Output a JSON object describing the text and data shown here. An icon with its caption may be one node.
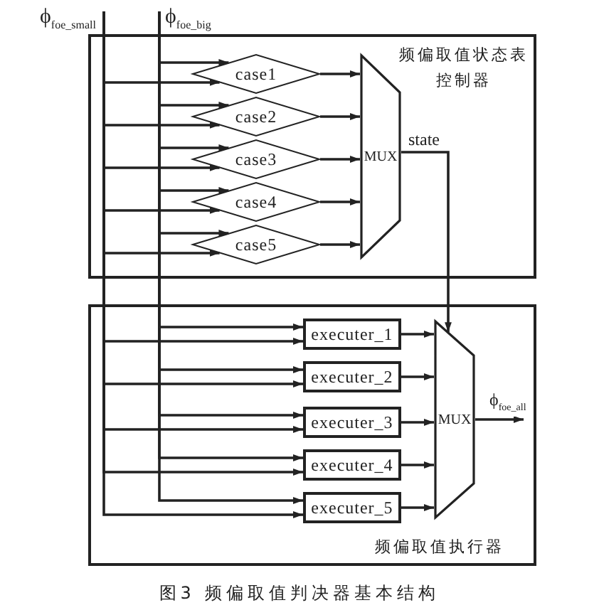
{
  "diagram": {
    "caption": "图3 频偏取值判决器基本结构",
    "nodes": [
      {
        "text": [
          "ϕ$_{foe_small}$"
        ]
      },
      {
        "text": [
          "ϕ$_{foe_big}$"
        ]
      },
      {
        "text": [
          "频偏取值状态表控制器"
        ]
      },
      {
        "text": [
          "case1"
        ],
        "in": 2
      },
      {
        "text": [
          "case2"
        ],
        "in": 2
      },
      {
        "text": [
          "case3"
        ],
        "in": 2
      },
      {
        "text": [
          "case4"
        ],
        "in": 2
      },
      {
        "text": [
          "case5"
        ],
        "in": 2
      },
      {
        "text": [
          "MUX"
        ],
        "in": 2
      },
      {
        "text": [
          "频偏取值执行器"
        ]
      },
      {
        "text": [
          "executer_1"
        ],
        "in": 9
      },
      {
        "text": [
          "executer_2"
        ],
        "in": 9
      },
      {
        "text": [
          "executer_3"
        ],
        "in": 9
      },
      {
        "text": [
          "executer_4"
        ],
        "in": 9
      },
      {
        "text": [
          "executer_5"
        ],
        "in": 9
      },
      {
        "text": [
          "MUX"
        ],
        "in": 9
      }
    ],
    "edges": [
      {
        "from": 1,
        "to": 3,
        "arrow": "to"
      },
      {
        "from": 0,
        "to": 3,
        "arrow": "to"
      },
      {
        "from": 1,
        "to": 4,
        "arrow": "to"
      },
      {
        "from": 0,
        "to": 4,
        "arrow": "to"
      },
      {
        "from": 1,
        "to": 5,
        "arrow": "to"
      },
      {
        "from": 0,
        "to": 5,
        "arrow": "to"
      },
      {
        "from": 1,
        "to": 6,
        "arrow": "to"
      },
      {
        "from": 0,
        "to": 6,
        "arrow": "to"
      },
      {
        "from": 1,
        "to": 7,
        "arrow": "to"
      },
      {
        "from": 0,
        "to": 7,
        "arrow": "to"
      },
      {
        "from": 3,
        "to": 8,
        "arrow": "to"
      },
      {
        "from": 4,
        "to": 8,
        "arrow": "to"
      },
      {
        "from": 5,
        "to": 8,
        "arrow": "to"
      },
      {
        "from": 6,
        "to": 8,
        "arrow": "to"
      },
      {
        "from": 7,
        "to": 8,
        "arrow": "to"
      },
      {
        "from": 8,
        "to": 15,
        "arrow": "to",
        "label": "state"
      },
      {
        "from": 1,
        "to": 10,
        "arrow": "to"
      },
      {
        "from": 0,
        "to": 10,
        "arrow": "to"
      },
      {
        "from": 1,
        "to": 11,
        "arrow": "to"
      },
      {
        "from": 0,
        "to": 11,
        "arrow": "to"
      },
      {
        "from": 1,
        "to": 12,
        "arrow": "to"
      },
      {
        "from": 0,
        "to": 12,
        "arrow": "to"
      },
      {
        "from": 1,
        "to": 13,
        "arrow": "to"
      },
      {
        "from": 0,
        "to": 13,
        "arrow": "to"
      },
      {
        "from": 1,
        "to": 14,
        "arrow": "to"
      },
      {
        "from": 0,
        "to": 14,
        "arrow": "to"
      },
      {
        "from": 10,
        "to": 15,
        "arrow": "to"
      },
      {
        "from": 11,
        "to": 15,
        "arrow": "to"
      },
      {
        "from": 12,
        "to": 15,
        "arrow": "to"
      },
      {
        "from": 13,
        "to": 15,
        "arrow": "to"
      },
      {
        "from": 14,
        "to": 15,
        "arrow": "to"
      },
      {
        "from": 15,
        "to": null,
        "arrow": "to",
        "label": "ϕ$_{foe_all}$"
      }
    ]
  }
}
